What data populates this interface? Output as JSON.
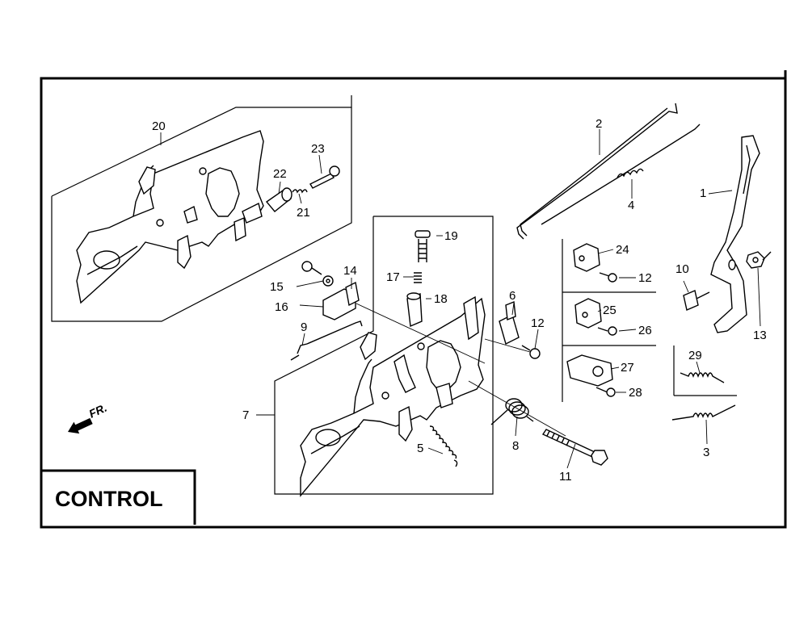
{
  "title": "CONTROL",
  "direction_label": "FR.",
  "callouts": {
    "p1": "1",
    "p2": "2",
    "p3": "3",
    "p4": "4",
    "p5": "5",
    "p6": "6",
    "p7": "7",
    "p8": "8",
    "p9": "9",
    "p10": "10",
    "p11": "11",
    "p12a": "12",
    "p12b": "12",
    "p13": "13",
    "p14": "14",
    "p15": "15",
    "p16": "16",
    "p17": "17",
    "p18": "18",
    "p19": "19",
    "p20": "20",
    "p21": "21",
    "p22": "22",
    "p23": "23",
    "p24": "24",
    "p25": "25",
    "p26": "26",
    "p27": "27",
    "p28": "28",
    "p29": "29"
  }
}
